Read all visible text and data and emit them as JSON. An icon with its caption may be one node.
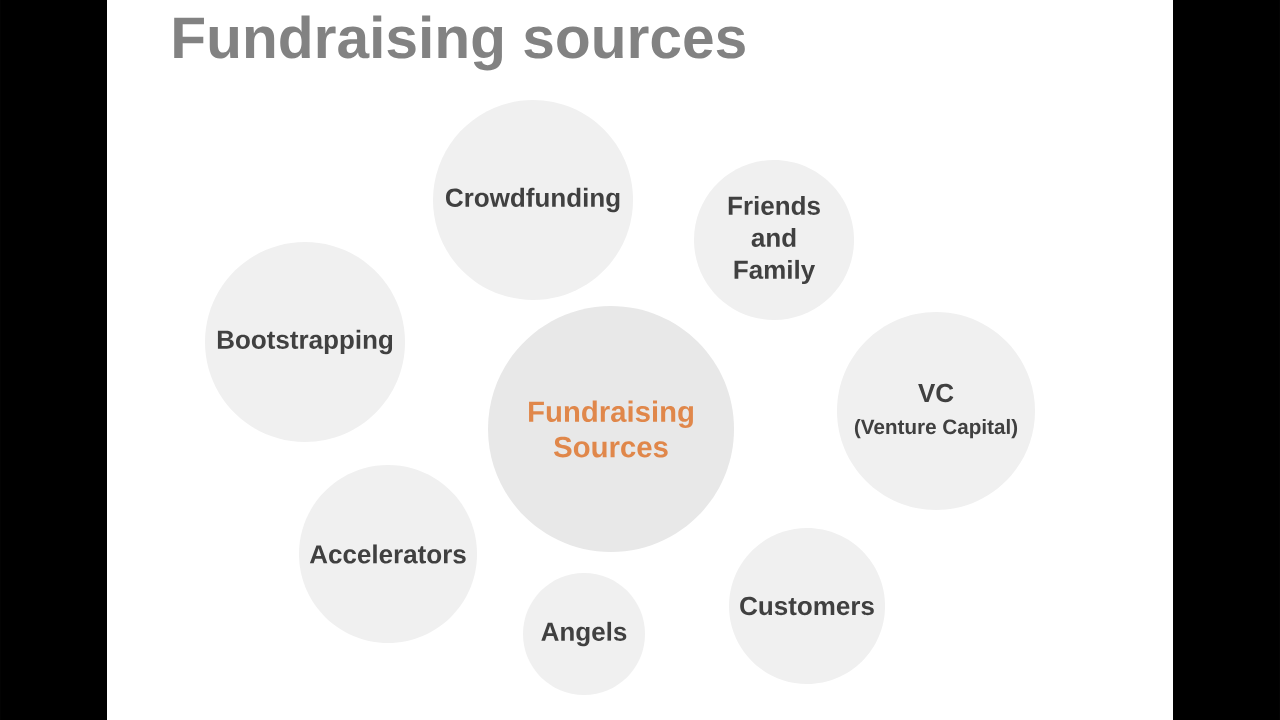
{
  "diagram": {
    "title": "Fundraising sources",
    "nodes": [
      {
        "text": [
          "Crowdfunding"
        ]
      },
      {
        "text": [
          "Friends and Family"
        ]
      },
      {
        "text": [
          "Bootstrapping"
        ]
      },
      {
        "text": [
          "Fundraising Sources"
        ]
      },
      {
        "text": [
          "VC",
          "(Venture Capital)"
        ]
      },
      {
        "text": [
          "Accelerators"
        ]
      },
      {
        "text": [
          "Customers"
        ]
      },
      {
        "text": [
          "Angels"
        ]
      }
    ]
  }
}
